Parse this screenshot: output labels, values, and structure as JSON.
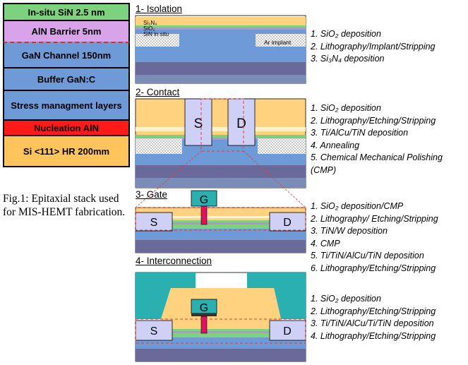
{
  "epitaxial_stack": [
    {
      "label": "In-situ SiN 2.5 nm",
      "color": "#7dd27d"
    },
    {
      "label": "AlN Barrier 5nm",
      "color": "#d9a3ea"
    },
    {
      "label": "GaN Channel 150nm",
      "color": "#6e9ad8"
    },
    {
      "label": "Buffer GaN:C",
      "color": "#6e9ad8"
    },
    {
      "label": "Stress managment layers",
      "color": "#6e9ad8"
    },
    {
      "label": "Nucleation  AlN",
      "color": "#ff1a1a"
    },
    {
      "label": "Si <111> HR 200mm",
      "color": "#ffc45c"
    }
  ],
  "caption": "Fig.1: Epitaxial stack used for MIS-HEMT fabrication.",
  "steps": {
    "isolation": {
      "title": "1- Isolation",
      "layer_labels": {
        "si3n4": "Si₃N₄",
        "sio2": "SiO₂",
        "sin_insitu": "SiN in situ",
        "ar_implant": "Ar implant"
      },
      "items": [
        "1. SiO₂ deposition",
        "2. Lithography/Implant/Stripping",
        "3. Si₃N₄ deposition"
      ]
    },
    "contact": {
      "title": "2- Contact",
      "source_label": "S",
      "drain_label": "D",
      "items": [
        "1. SiO₂ deposition",
        "2. Lithography/Etching/Stripping",
        "3. Ti/AlCu/TiN deposition",
        "4. Annealing",
        "5. Chemical Mechanical Polishing",
        "(CMP)"
      ]
    },
    "gate": {
      "title": "3- Gate",
      "gate_label": "G",
      "source_label": "S",
      "drain_label": "D",
      "items": [
        "1. SiO₂ deposition/CMP",
        "2. Lithography/ Etching/Stripping",
        "3. TiN/W deposition",
        "4. CMP",
        "5. Ti/TiN/AlCu/TiN deposition",
        "6. Lithography/Etching/Stripping"
      ]
    },
    "interconnection": {
      "title": "4- Interconnection",
      "gate_label": "G",
      "source_label": "S",
      "drain_label": "D",
      "items": [
        "1. SiO₂ deposition",
        "2. Lithography/Etching/Stripping",
        "3. Ti/TiN/AlCu/Ti/TiN deposition",
        "4. Lithography/Etching/Stripping"
      ]
    }
  }
}
